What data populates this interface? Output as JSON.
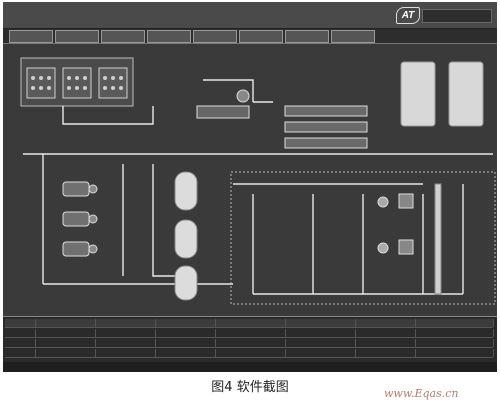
{
  "window": {
    "title": "",
    "header_line1": "",
    "header_line2": "",
    "logo_mark": "AT",
    "logo_text": ""
  },
  "menu": {
    "tabs": [
      {
        "label": ""
      },
      {
        "label": ""
      },
      {
        "label": ""
      },
      {
        "label": ""
      },
      {
        "label": ""
      },
      {
        "label": ""
      },
      {
        "label": ""
      },
      {
        "label": ""
      }
    ]
  },
  "process": {
    "modules": {
      "m1": "",
      "m2": "",
      "m3": "",
      "header_line1": "",
      "header_line2": "",
      "header_line3": ""
    },
    "right_tank1": "",
    "right_tank2": "",
    "right_section": ""
  },
  "grid": {
    "headers": [
      "",
      "",
      "",
      "",
      "",
      "",
      "",
      ""
    ],
    "rows": [
      [
        "",
        "",
        "",
        "",
        "",
        "",
        "",
        ""
      ],
      [
        "",
        "",
        "",
        "",
        "",
        "",
        "",
        ""
      ],
      [
        "",
        "",
        "",
        "",
        "",
        "",
        "",
        ""
      ],
      [
        "",
        "",
        "",
        "",
        "",
        "",
        "",
        ""
      ]
    ]
  },
  "status": {
    "left": "",
    "middle": "",
    "right": ""
  },
  "caption": "图4 软件截图",
  "watermark": "www.Eqas.cn"
}
